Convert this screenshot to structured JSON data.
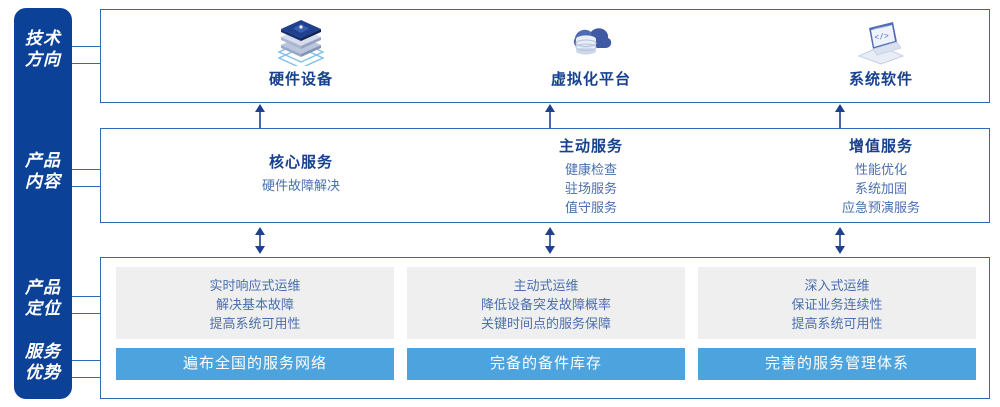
{
  "rail": {
    "items": [
      {
        "name": "tech-direction",
        "line1": "技术",
        "line2": "方向"
      },
      {
        "name": "product-content",
        "line1": "产品",
        "line2": "内容"
      },
      {
        "name": "product-position",
        "line1": "产品",
        "line2": "定位"
      },
      {
        "name": "service-advantage",
        "line1": "服务",
        "line2": "优势"
      }
    ]
  },
  "tech": {
    "columns": [
      {
        "icon": "server-stack-icon",
        "title": "硬件设备"
      },
      {
        "icon": "cloud-database-icon",
        "title": "虚拟化平台"
      },
      {
        "icon": "laptop-code-icon",
        "title": "系统软件"
      }
    ]
  },
  "content": {
    "columns": [
      {
        "title": "核心服务",
        "items": [
          "硬件故障解决"
        ]
      },
      {
        "title": "主动服务",
        "items": [
          "健康检查",
          "驻场服务",
          "值守服务"
        ]
      },
      {
        "title": "增值服务",
        "items": [
          "性能优化",
          "系统加固",
          "应急预演服务"
        ]
      }
    ]
  },
  "positioning": {
    "cards": [
      {
        "lines": [
          "实时响应式运维",
          "解决基本故障",
          "提高系统可用性"
        ]
      },
      {
        "lines": [
          "主动式运维",
          "降低设备突发故障概率",
          "关键时间点的服务保障"
        ]
      },
      {
        "lines": [
          "深入式运维",
          "保证业务连续性",
          "提高系统可用性"
        ]
      }
    ]
  },
  "advantages": {
    "bars": [
      {
        "label": "遍布全国的服务网络"
      },
      {
        "label": "完备的备件库存"
      },
      {
        "label": "完善的服务管理体系"
      }
    ]
  },
  "colors": {
    "rail_bg": "#0b4196",
    "panel_border": "#2e6bb5",
    "heading": "#17418f",
    "body_text": "#4a6fae",
    "gray_card": "#efefef",
    "blue_bar": "#4da3dd",
    "arrow": "#1f3f8f"
  }
}
